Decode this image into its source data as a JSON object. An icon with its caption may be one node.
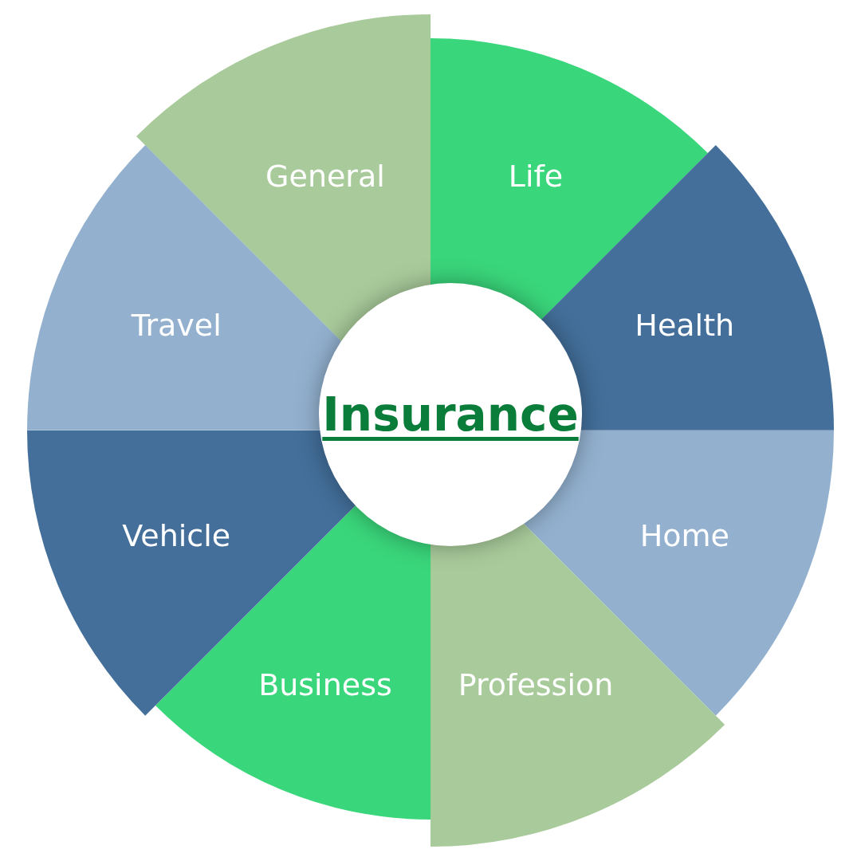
{
  "diagram": {
    "nodes": [
      {
        "text": [
          "Insurance"
        ]
      },
      {
        "text": [
          "General"
        ]
      },
      {
        "text": [
          "Life"
        ]
      },
      {
        "text": [
          "Health"
        ]
      },
      {
        "text": [
          "Home"
        ]
      },
      {
        "text": [
          "Profession"
        ]
      },
      {
        "text": [
          "Business"
        ]
      },
      {
        "text": [
          "Vehicle"
        ]
      },
      {
        "text": [
          "Travel"
        ]
      }
    ]
  }
}
